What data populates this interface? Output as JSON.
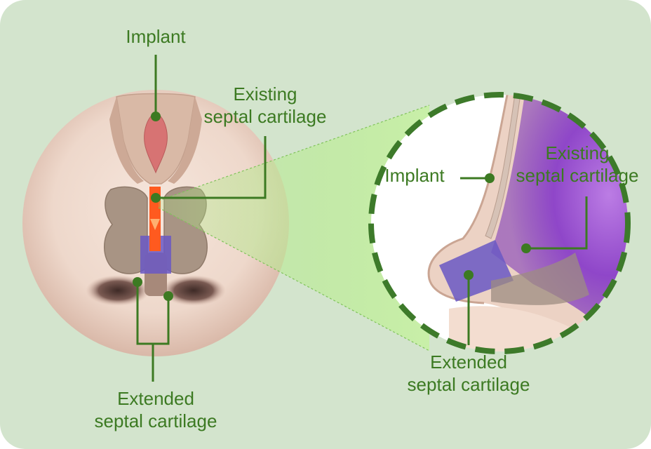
{
  "front_view": {
    "implant_label": "Implant",
    "existing_label": [
      "Existing",
      "septal cartilage"
    ],
    "extended_label": [
      "Extended",
      "septal cartilage"
    ]
  },
  "side_view": {
    "implant_label": "Implant",
    "existing_label": [
      "Existing",
      "septal cartilage"
    ],
    "extended_label": [
      "Extended",
      "septal cartilage"
    ]
  },
  "colors": {
    "background": "#d3e4cd",
    "label_text": "#3c7a22",
    "leader_line": "#3c7a22",
    "implant_front": "#ff5a1f",
    "implant_upper": "#d77373",
    "existing_cartilage_side": "#8a3fc9",
    "extended_cartilage": "#6a58c4",
    "zoom_beam": "#b9ea9a"
  }
}
